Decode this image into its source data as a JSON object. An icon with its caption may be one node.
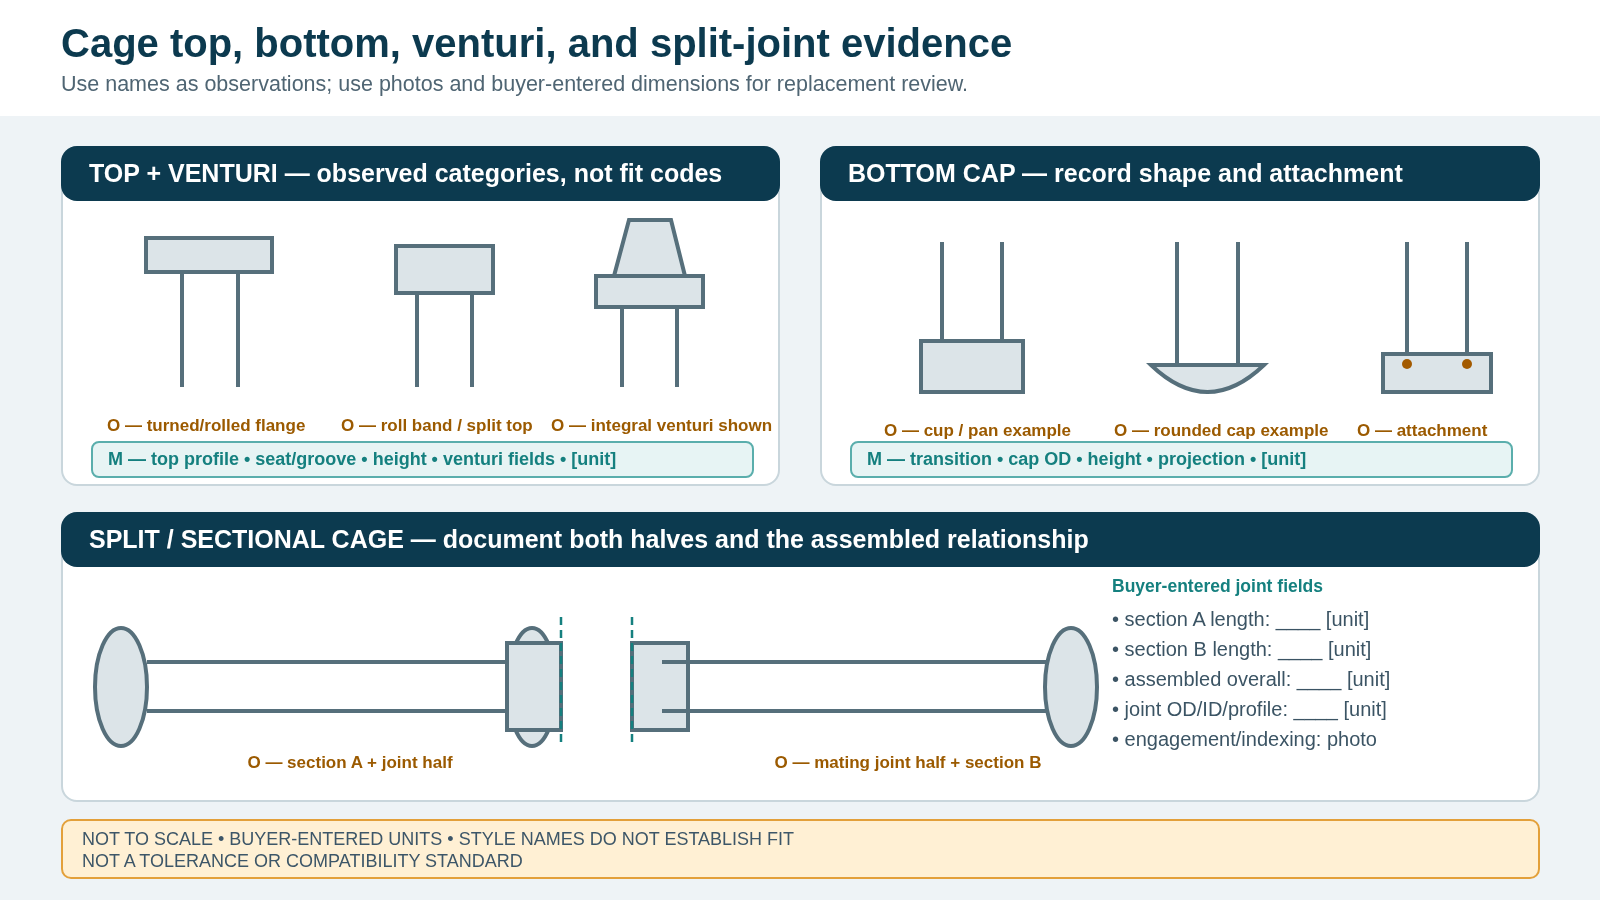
{
  "diagram": {
    "title": "Cage top, bottom, venturi, and split-joint evidence",
    "caption": "Use names as observations; use photos and buyer-entered dimensions for replacement review.",
    "nodes": [
      {
        "text": [
          "TOP + VENTURI — observed categories, not fit codes"
        ]
      },
      {
        "text": [
          "M — top profile • seat/groove • height • venturi fields • [unit]"
        ],
        "in": 0
      },
      {
        "text": [
          "BOTTOM CAP — record shape and attachment"
        ]
      },
      {
        "text": [
          "M — transition • cap OD • height • projection • [unit]"
        ],
        "in": 2
      },
      {
        "text": [
          "SPLIT / SECTIONAL CAGE — document both halves and the assembled relationship"
        ]
      },
      {
        "text": [
          "NOT TO SCALE • BUYER-ENTERED UNITS • STYLE NAMES DO NOT ESTABLISH FIT",
          "NOT A TOLERANCE OR COMPATIBILITY STANDARD"
        ]
      }
    ],
    "labels": [
      "O — turned/rolled flange",
      "O — roll band / split top",
      "O — integral venturi shown",
      "O — cup / pan example",
      "O — rounded cap example",
      "O — attachment",
      "O — section A + joint half",
      "O — mating joint half + section B",
      "Buyer-entered joint fields",
      "• section A length: ____ [unit]",
      "• section B length: ____ [unit]",
      "• assembled overall: ____ [unit]",
      "• joint OD/ID/profile: ____ [unit]",
      "• engagement/indexing: photo"
    ]
  }
}
